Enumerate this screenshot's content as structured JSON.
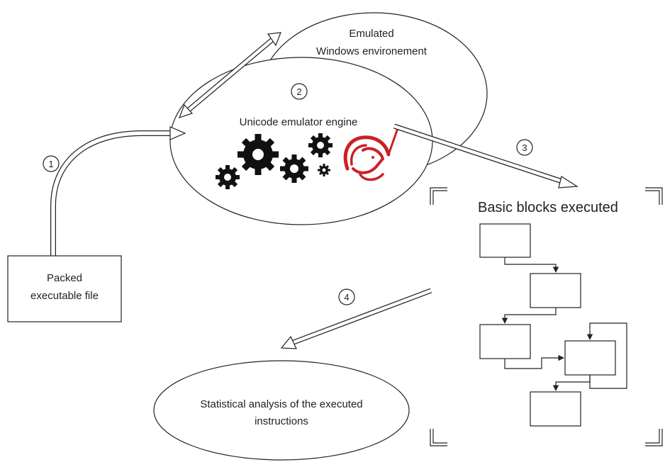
{
  "nodes": {
    "packed_file": {
      "line1": "Packed",
      "line2": "executable file"
    },
    "windows_env": {
      "line1": "Emulated",
      "line2": "Windows environement"
    },
    "emulator": {
      "label": "Unicode emulator engine",
      "logo_icon": "unicorn-logo-icon",
      "gears_icon": "gears-icon"
    },
    "basic_blocks": {
      "title": "Basic blocks executed"
    },
    "statistical": {
      "line1": "Statistical analysis of the executed",
      "line2": "instructions"
    }
  },
  "steps": [
    "1",
    "2",
    "3",
    "4"
  ],
  "colors": {
    "stroke": "#222222",
    "logo": "#cc2027",
    "background": "#ffffff"
  }
}
